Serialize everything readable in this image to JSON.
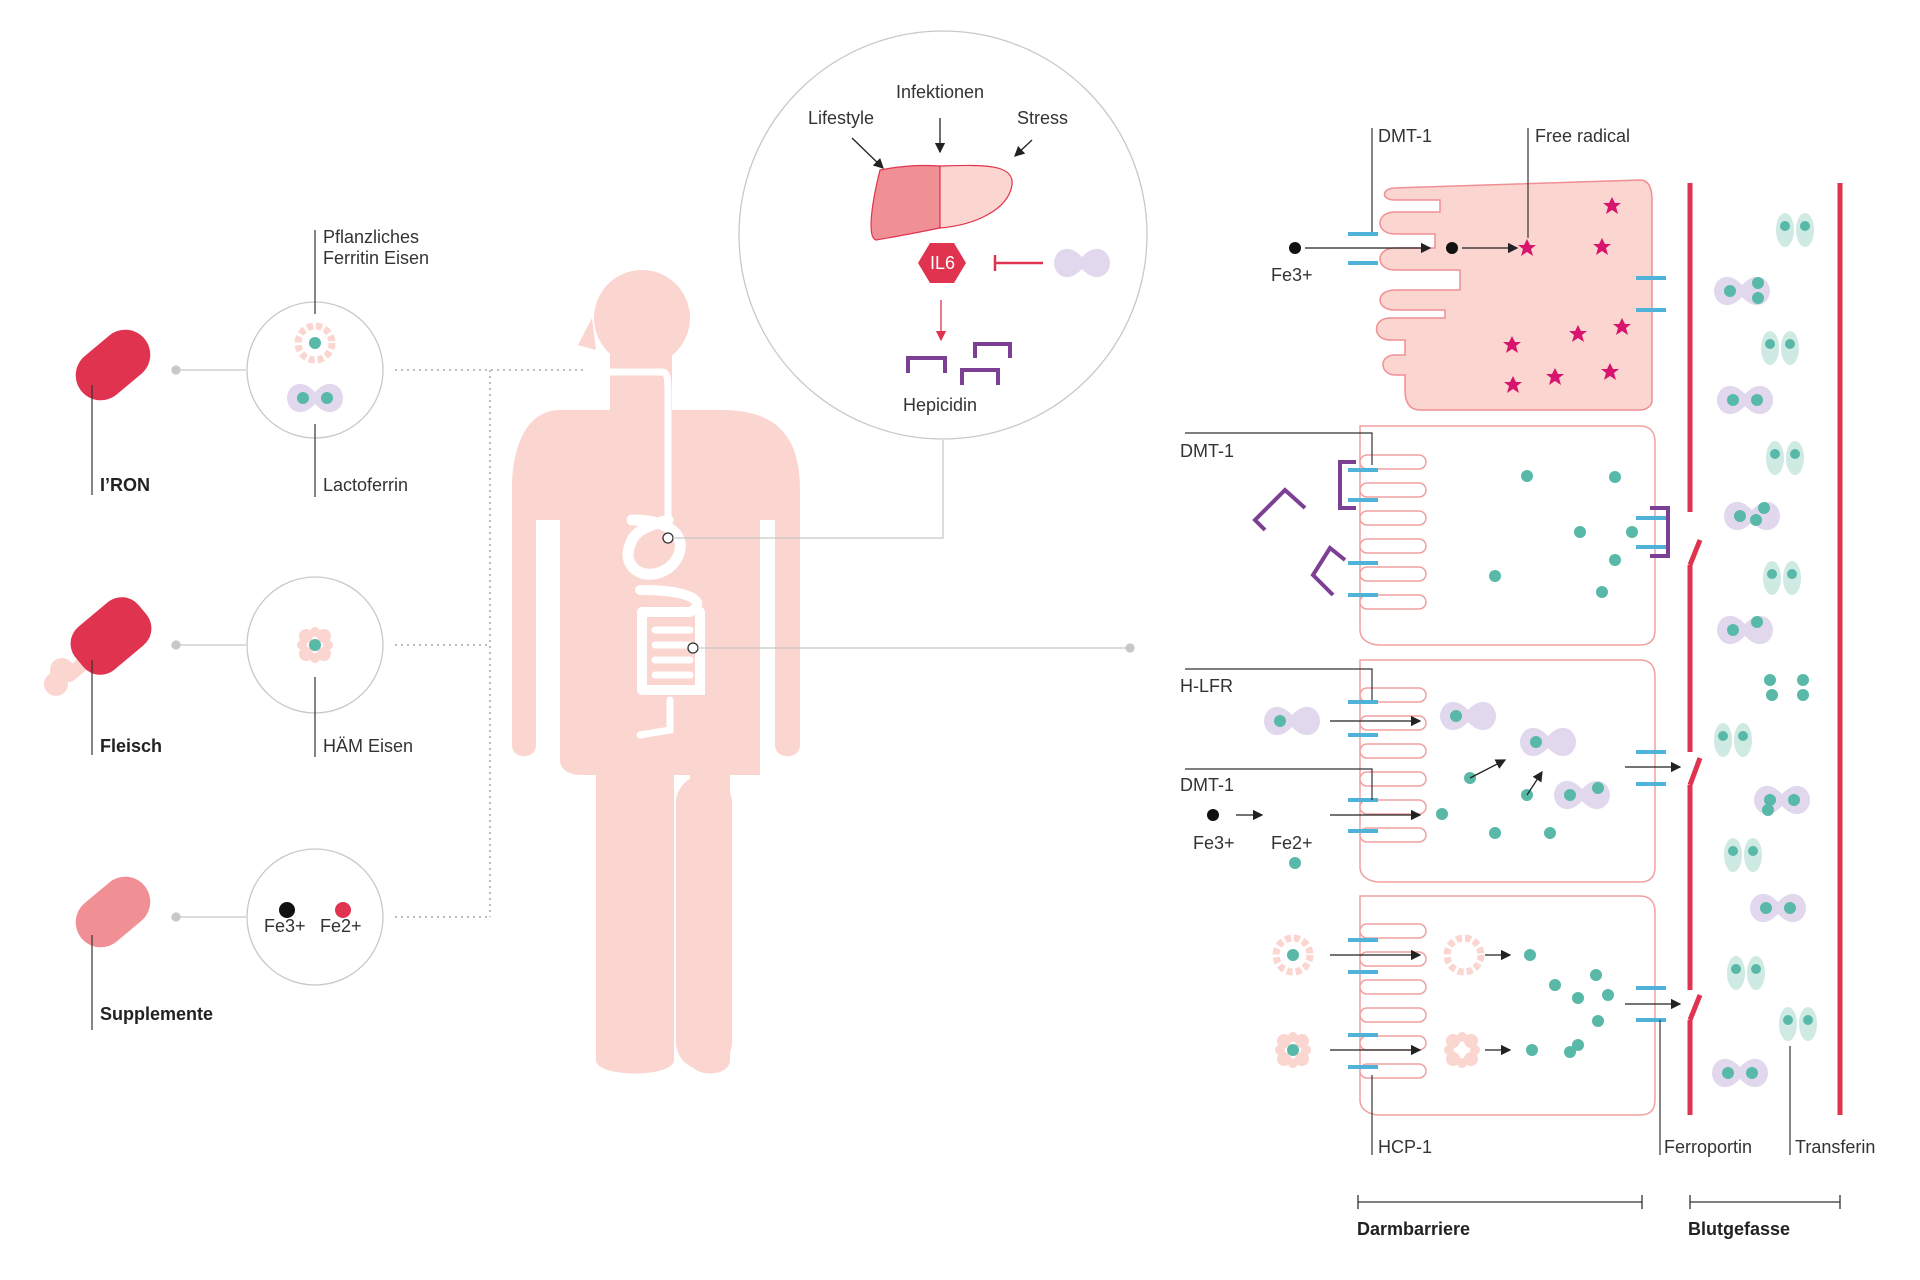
{
  "sources": {
    "iron": "I’RON",
    "meat": "Fleisch",
    "supplements": "Supplemente"
  },
  "source_labels": {
    "plant_ferritin_line1": "Pflanzliches",
    "plant_ferritin_line2": "Ferritin Eisen",
    "lactoferrin": "Lactoferrin",
    "heme_iron": "HÄM Eisen",
    "fe3": "Fe3+",
    "fe2": "Fe2+"
  },
  "liver": {
    "lifestyle": "Lifestyle",
    "infections": "Infektionen",
    "stress": "Stress",
    "il6": "IL6",
    "hepcidin": "Hepicidin"
  },
  "gut": {
    "dmt1_top": "DMT-1",
    "free_radical": "Free radical",
    "fe3_top": "Fe3+",
    "dmt1_b": "DMT-1",
    "hlfr": "H-LFR",
    "dmt1_c": "DMT-1",
    "fe3_c": "Fe3+",
    "fe2_c": "Fe2+",
    "hcp1": "HCP-1",
    "ferroportin": "Ferroportin",
    "transferrin": "Transferin",
    "gut_barrier": "Darmbarriere",
    "blood_vessels": "Blutgefasse"
  },
  "colors": {
    "red": "#e0334f",
    "pink_light": "#fbd5d0",
    "pink_cell": "#f8c8c4",
    "teal": "#58b9a8",
    "lavender": "#e2d8ee",
    "purple": "#7b3f94",
    "blue": "#4fb3d9",
    "magenta": "#d8156e",
    "gray": "#bdbdbd"
  }
}
